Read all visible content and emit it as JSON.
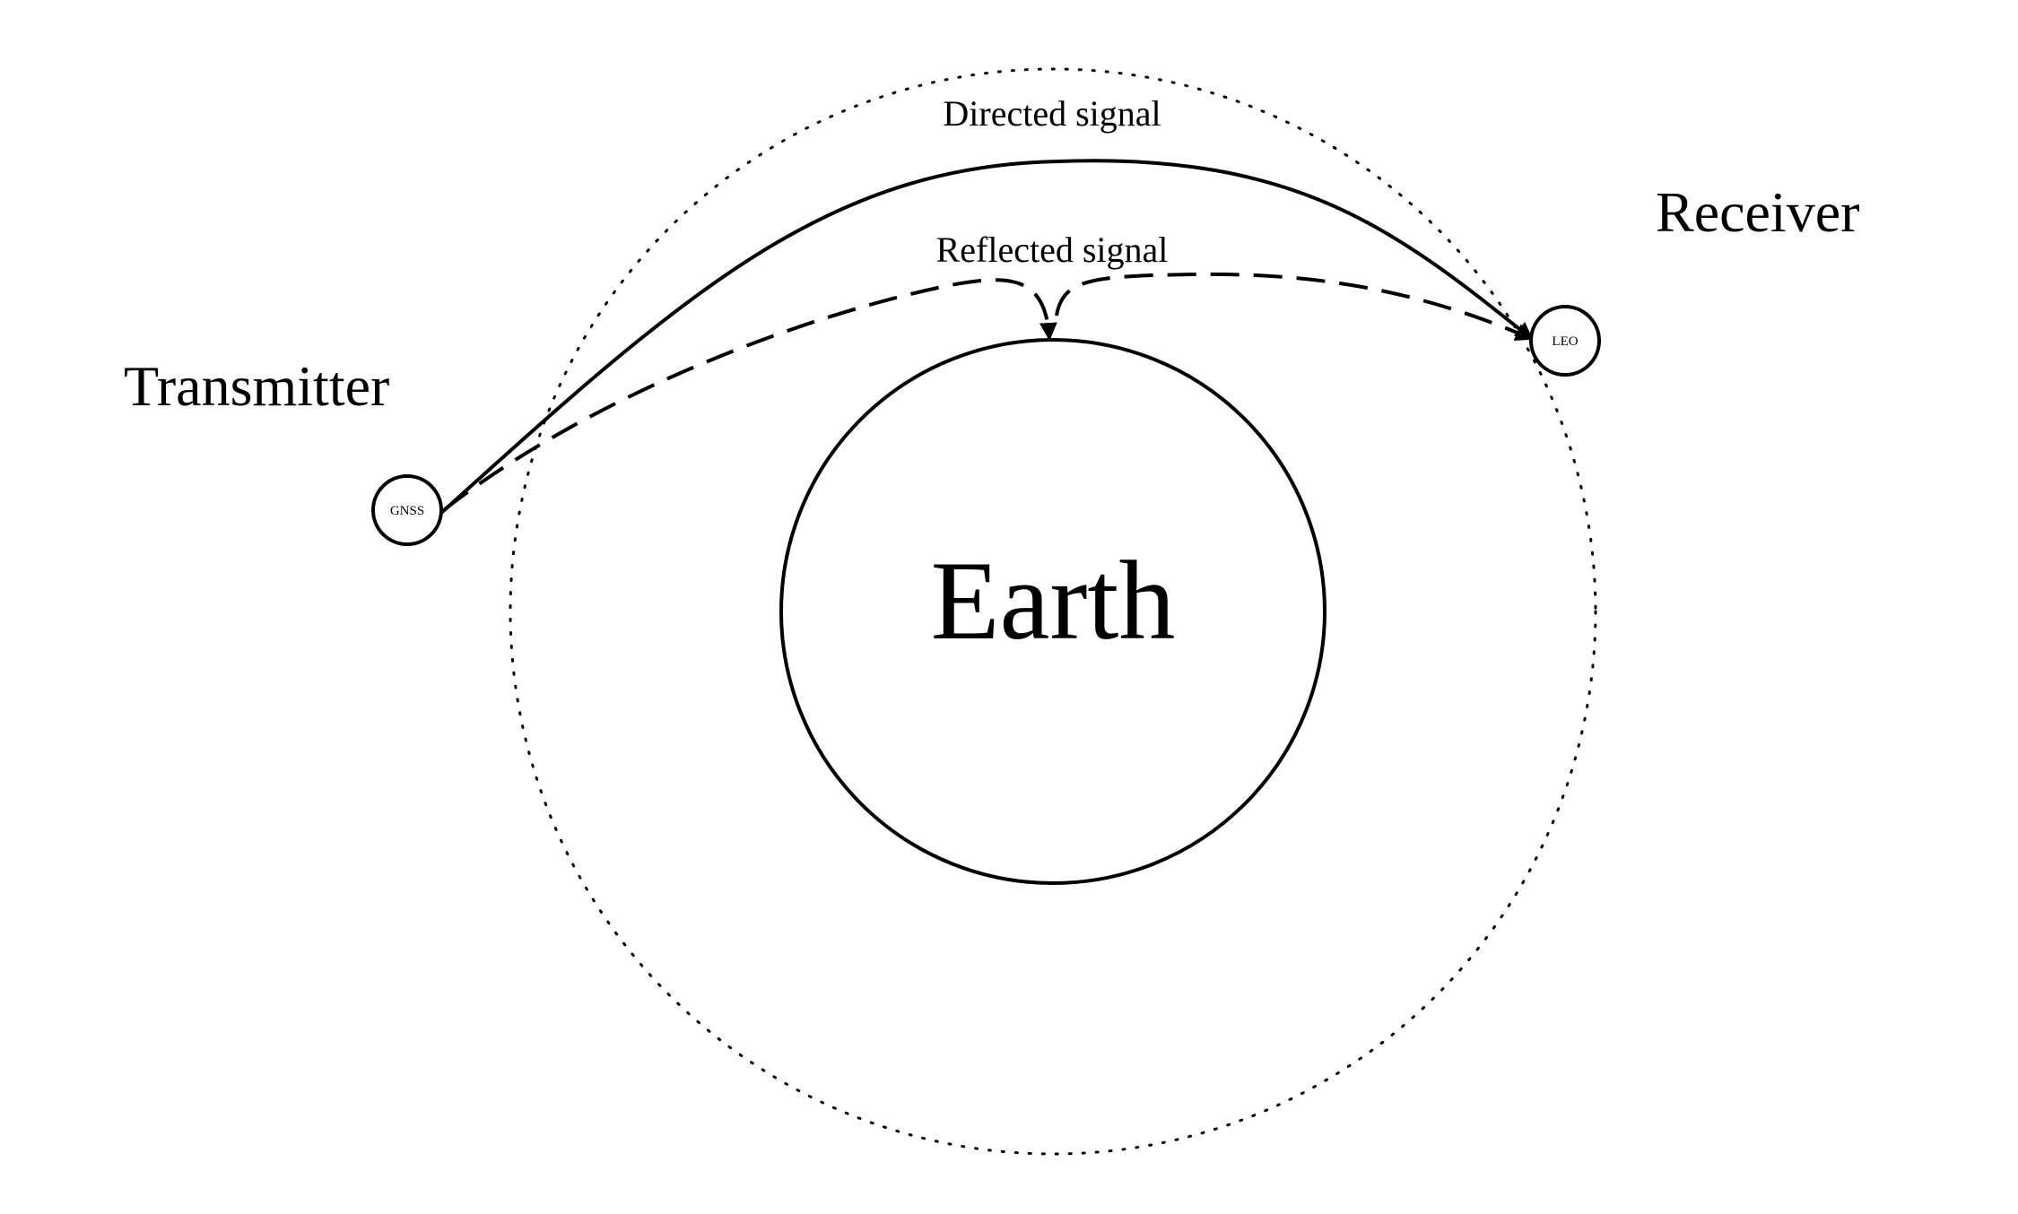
{
  "diagram": {
    "earth_label": "Earth",
    "transmitter_heading": "Transmitter",
    "receiver_heading": "Receiver",
    "transmitter_node_label": "GNSS",
    "receiver_node_label": "LEO",
    "directed_signal_label": "Directed signal",
    "reflected_signal_label": "Reflected signal"
  },
  "colors": {
    "stroke": "#000000",
    "background": "#ffffff"
  }
}
